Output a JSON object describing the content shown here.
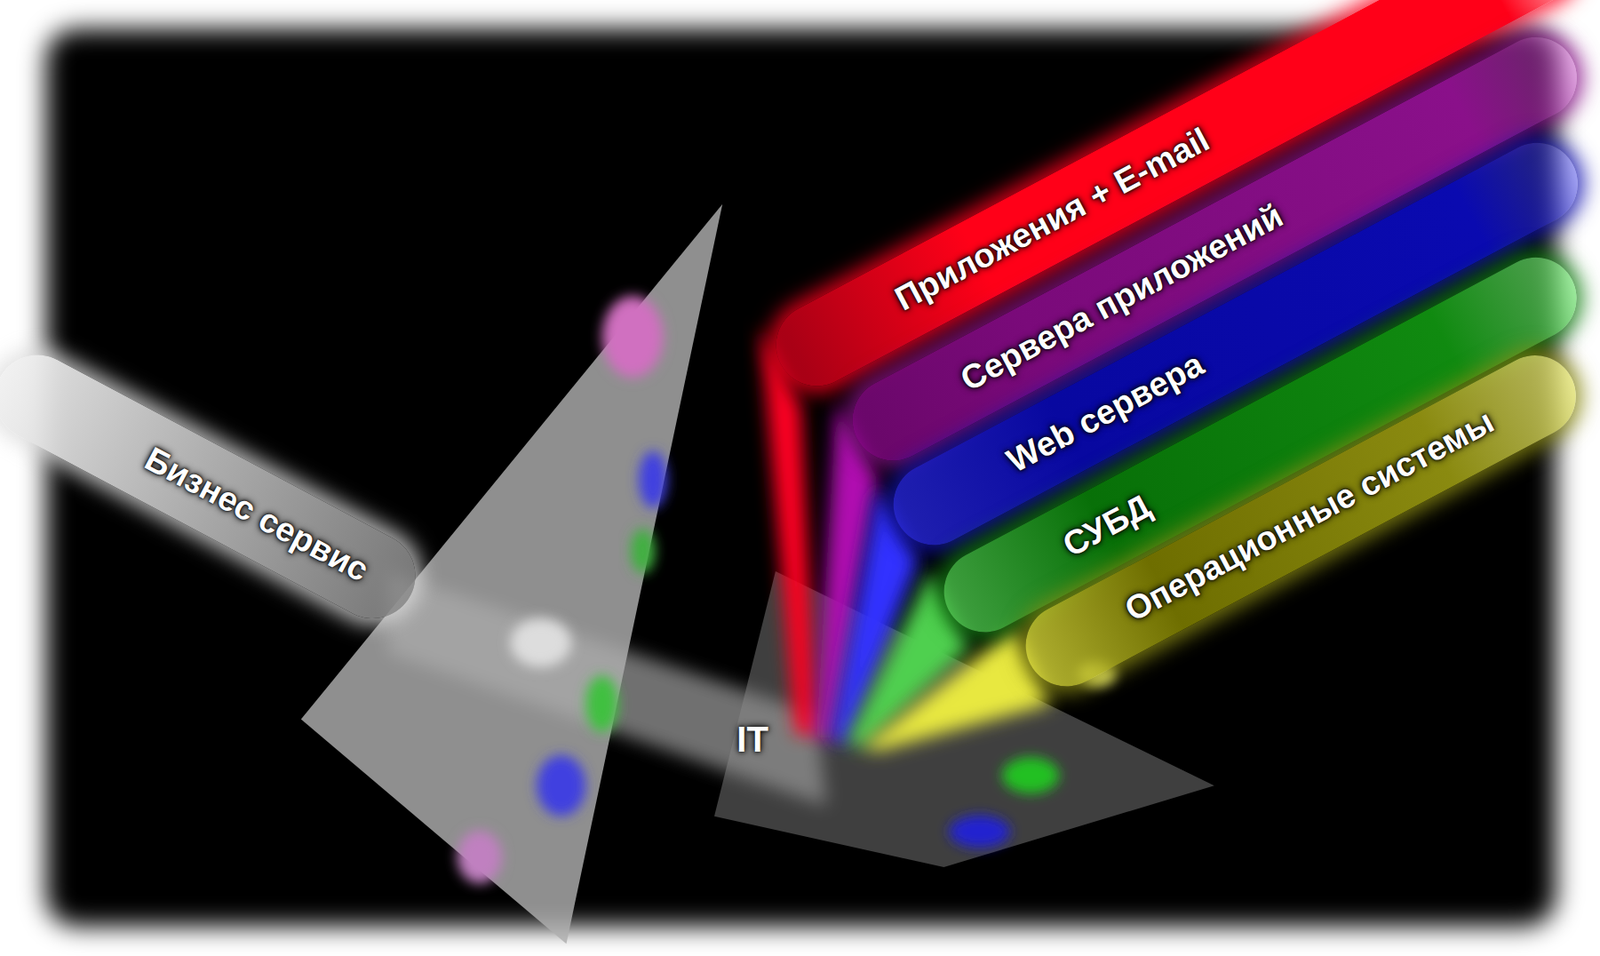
{
  "diagram": {
    "nodes": [
      {
        "text": [
          "Бизнес сервис"
        ]
      },
      {
        "text": [
          "Приложения + E-mail"
        ]
      },
      {
        "text": [
          "Сервера приложений"
        ]
      },
      {
        "text": [
          "Web сервера"
        ]
      },
      {
        "text": [
          "СУБД"
        ]
      },
      {
        "text": [
          "Операционные системы"
        ]
      }
    ],
    "labels": [
      "IT"
    ]
  }
}
